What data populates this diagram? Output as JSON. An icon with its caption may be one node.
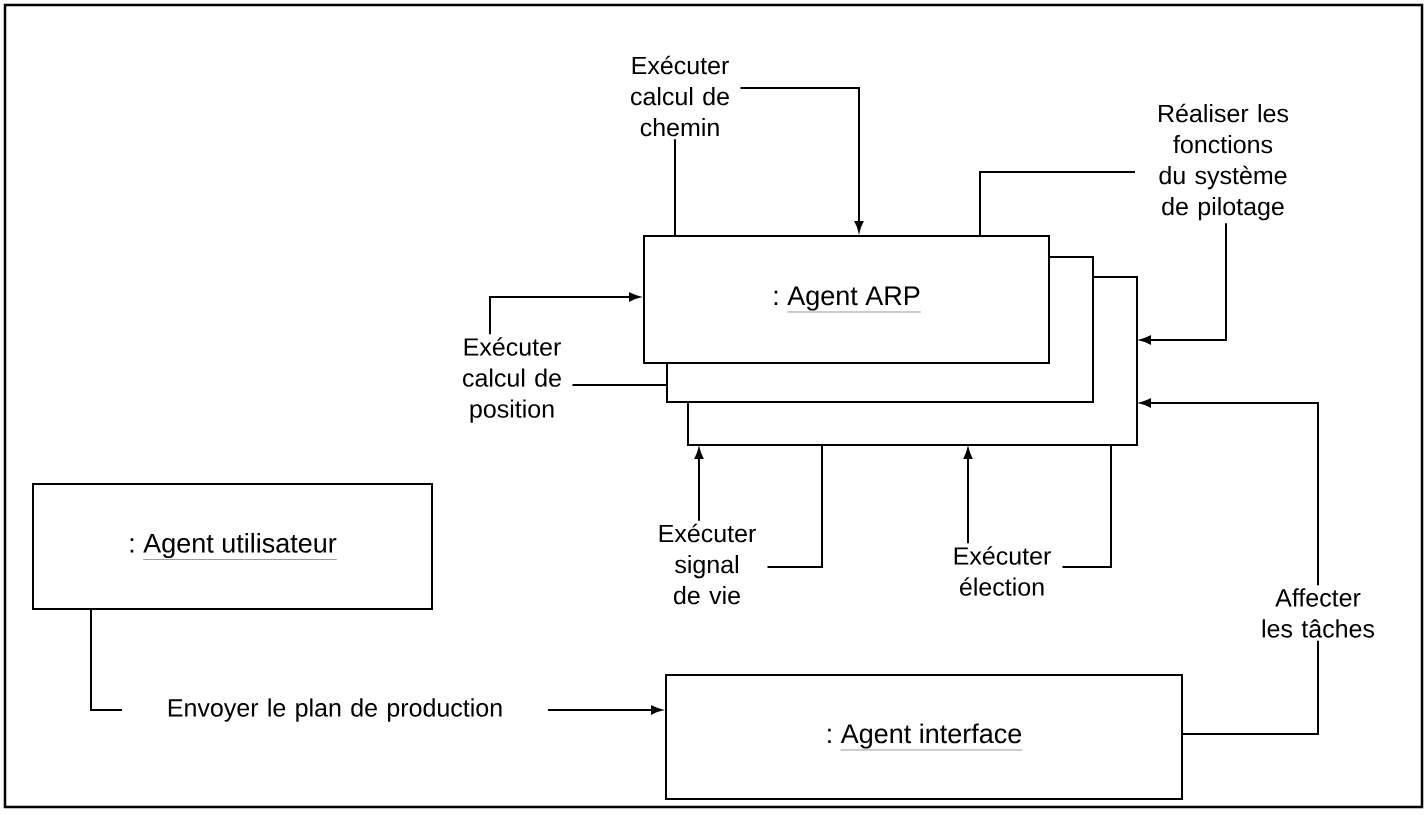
{
  "diagram": {
    "nodes": [
      {
        "text": [
          ":",
          "Agent ARP"
        ]
      },
      {
        "text": [
          ":",
          "Agent utilisateur"
        ]
      },
      {
        "text": [
          ":",
          "Agent interface"
        ]
      }
    ],
    "edges": [
      {
        "from": 0,
        "to": 0,
        "arrow": "to",
        "label": "Exécuter calcul de chemin"
      },
      {
        "from": 0,
        "to": 0,
        "arrow": "to",
        "label": "Réaliser les fonctions du système de pilotage"
      },
      {
        "from": 0,
        "to": 0,
        "arrow": "to",
        "label": "Exécuter calcul de position"
      },
      {
        "from": 0,
        "to": 0,
        "arrow": "to",
        "label": "Exécuter signal de vie"
      },
      {
        "from": 0,
        "to": 0,
        "arrow": "to",
        "label": "Exécuter élection"
      },
      {
        "from": 2,
        "to": 0,
        "arrow": "to",
        "label": "Affecter les tâches"
      },
      {
        "from": 1,
        "to": 2,
        "arrow": "to",
        "label": "Envoyer le plan de production"
      }
    ]
  }
}
